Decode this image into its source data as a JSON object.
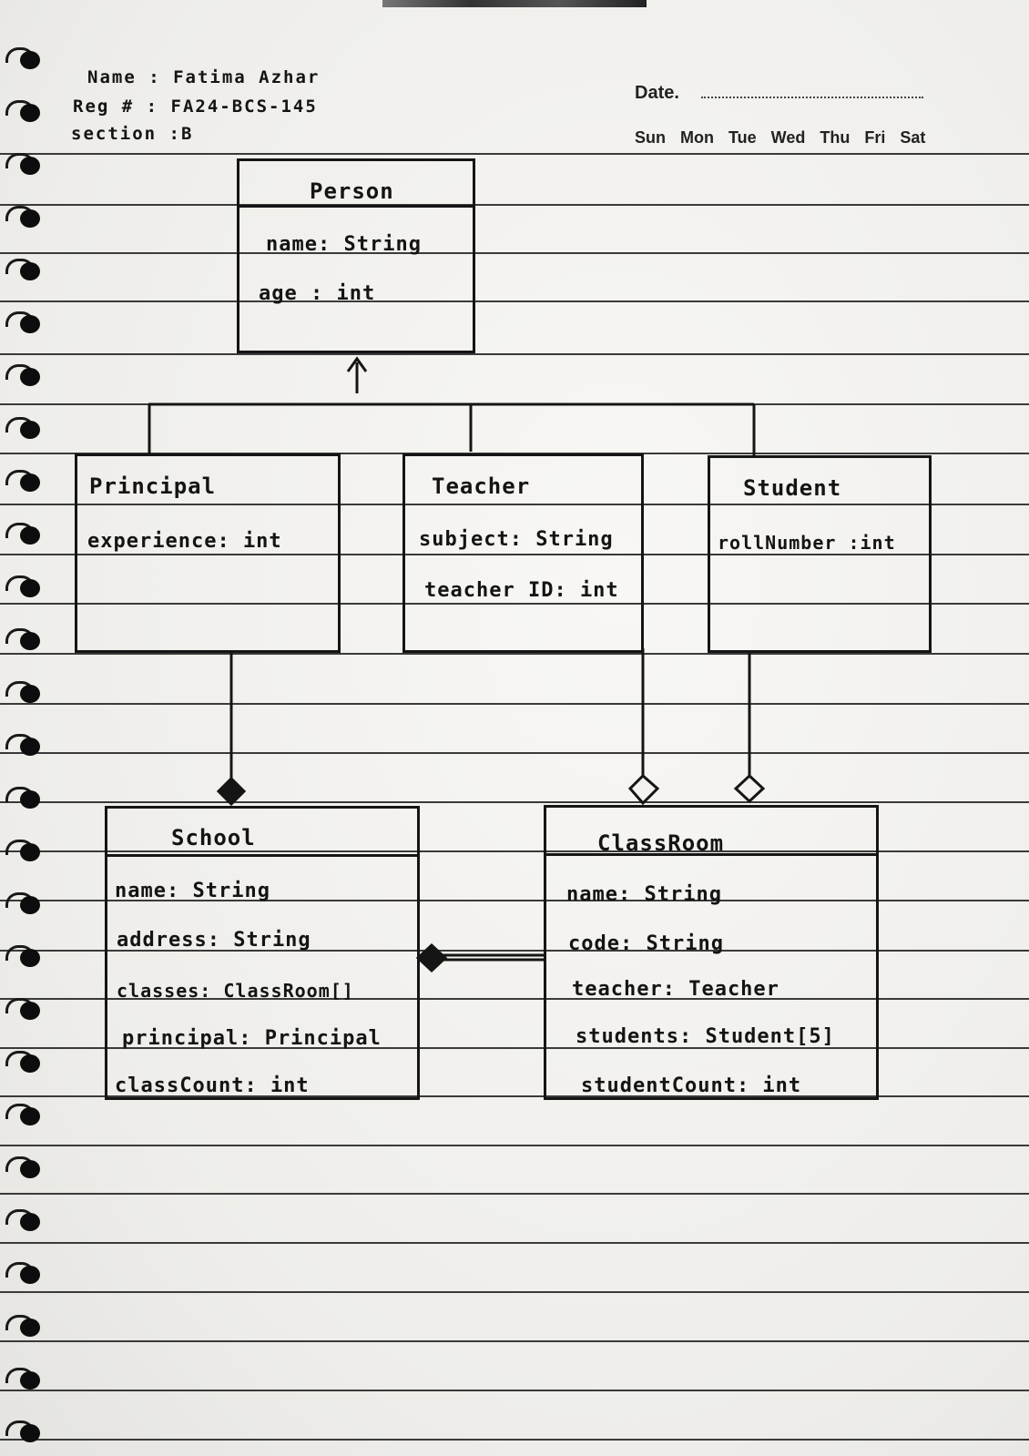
{
  "header": {
    "name_label": "Name",
    "name_value": "Fatima Azhar",
    "reg_label": "Reg #",
    "reg_value": "FA24-BCS-145",
    "section_label": "section",
    "section_value": "B",
    "date_label": "Date.",
    "weekdays": [
      "Sun",
      "Mon",
      "Tue",
      "Wed",
      "Thu",
      "Fri",
      "Sat"
    ]
  },
  "classes": {
    "person": {
      "name": "Person",
      "attributes": [
        "name: String",
        "age : int"
      ]
    },
    "principal": {
      "name": "Principal",
      "attributes": [
        "experience: int"
      ]
    },
    "teacher": {
      "name": "Teacher",
      "attributes": [
        "subject: String",
        "teacher ID: int"
      ]
    },
    "student": {
      "name": "Student",
      "attributes": [
        "rollNumber :int"
      ]
    },
    "school": {
      "name": "School",
      "attributes": [
        "name: String",
        "address: String",
        "classes: ClassRoom[]",
        "principal: Principal",
        "classCount: int"
      ]
    },
    "classroom": {
      "name": "ClassRoom",
      "attributes": [
        "name: String",
        "code: String",
        "teacher: Teacher",
        "students: Student[5]",
        "studentCount: int"
      ]
    }
  },
  "relationships": [
    {
      "type": "generalization",
      "from": "Principal",
      "to": "Person"
    },
    {
      "type": "generalization",
      "from": "Teacher",
      "to": "Person"
    },
    {
      "type": "generalization",
      "from": "Student",
      "to": "Person"
    },
    {
      "type": "composition",
      "whole": "School",
      "part": "Principal"
    },
    {
      "type": "composition",
      "whole": "School",
      "part": "ClassRoom"
    },
    {
      "type": "aggregation",
      "whole": "ClassRoom",
      "part": "Teacher"
    },
    {
      "type": "aggregation",
      "whole": "ClassRoom",
      "part": "Student"
    }
  ]
}
